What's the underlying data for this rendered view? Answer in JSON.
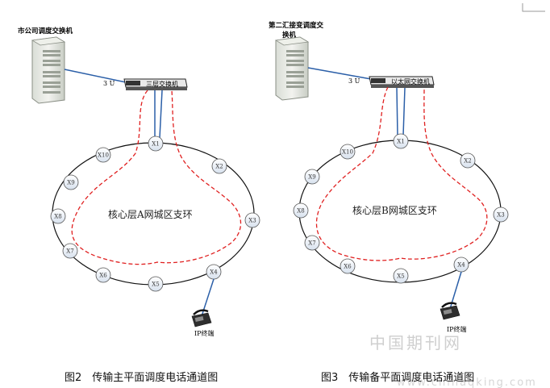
{
  "diagram_a": {
    "exchange_label": "市公司调度交换机",
    "port_label": "3 U",
    "switch_label": "三层交换机",
    "ring_label": "核心层A网城区支环",
    "nodes": [
      "X1",
      "X2",
      "X3",
      "X4",
      "X5",
      "X6",
      "X7",
      "X8",
      "X9",
      "X10"
    ],
    "terminal_label": "IP终端"
  },
  "diagram_b": {
    "exchange_label_line1": "第二汇接变调度交",
    "exchange_label_line2": "换机",
    "port_label": "3 U",
    "switch_label": "以太网交换机",
    "ring_label": "核心层B网城区支环",
    "nodes": [
      "X1",
      "X2",
      "X3",
      "X4",
      "X5",
      "X6",
      "X7",
      "X8",
      "X9",
      "X10"
    ],
    "terminal_label": "IP终端"
  },
  "captions": {
    "fig2": "图2　传输主平面调度电话通道图",
    "fig3": "图3　传输备平面调度电话通道图"
  },
  "watermark": {
    "text": "中国期刊网",
    "url": "www.chinaqking.com"
  },
  "colors": {
    "ring": "#111111",
    "node_fill": "#e6edf5",
    "link_blue": "#2b5fa8",
    "path_red": "#e02020"
  }
}
